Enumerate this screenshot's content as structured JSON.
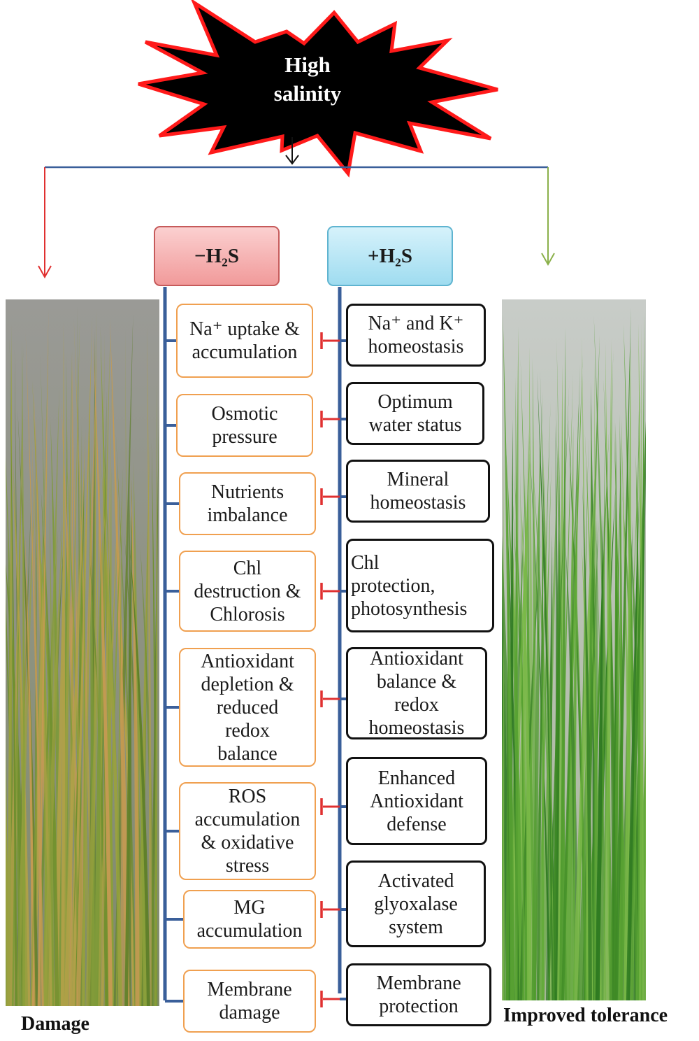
{
  "stress": {
    "line1": "High",
    "line2": "salinity"
  },
  "treatments": {
    "minus": {
      "label": "−H₂S",
      "color": "#f4a6a6"
    },
    "plus": {
      "label": "+H₂S",
      "color": "#a9e0f2"
    }
  },
  "effects_without": [
    {
      "lines": [
        "Na⁺ uptake &",
        "accumulation"
      ]
    },
    {
      "lines": [
        "Osmotic",
        "pressure"
      ]
    },
    {
      "lines": [
        "Nutrients",
        "imbalance"
      ]
    },
    {
      "lines": [
        "Chl",
        "destruction &",
        "Chlorosis"
      ]
    },
    {
      "lines": [
        "Antioxidant",
        "depletion &",
        "reduced",
        "redox",
        "balance"
      ]
    },
    {
      "lines": [
        "ROS",
        "accumulation",
        "& oxidative",
        "stress"
      ]
    },
    {
      "lines": [
        "MG",
        "accumulation"
      ]
    },
    {
      "lines": [
        "Membrane",
        "damage"
      ]
    }
  ],
  "effects_with": [
    {
      "lines": [
        "Na⁺ and K⁺",
        "homeostasis"
      ]
    },
    {
      "lines": [
        "Optimum",
        "water status"
      ]
    },
    {
      "lines": [
        "Mineral",
        "homeostasis"
      ]
    },
    {
      "lines": [
        "Chl",
        "protection,",
        "photosynthesis"
      ]
    },
    {
      "lines": [
        "Antioxidant",
        "balance &",
        "redox",
        "homeostasis"
      ]
    },
    {
      "lines": [
        "Enhanced",
        "Antioxidant",
        "defense"
      ]
    },
    {
      "lines": [
        "Activated",
        "glyoxalase",
        "system"
      ]
    },
    {
      "lines": [
        "Membrane",
        "protection"
      ]
    }
  ],
  "outcomes": {
    "left": "Damage",
    "right": "Improved tolerance"
  },
  "colors": {
    "connector": "#3a5f9a",
    "inhibit": "#e03030",
    "damage_arrow": "#e03030",
    "tolerance_arrow": "#8ab04a",
    "neg_border": "#f0a050",
    "pos_border": "#111111"
  }
}
